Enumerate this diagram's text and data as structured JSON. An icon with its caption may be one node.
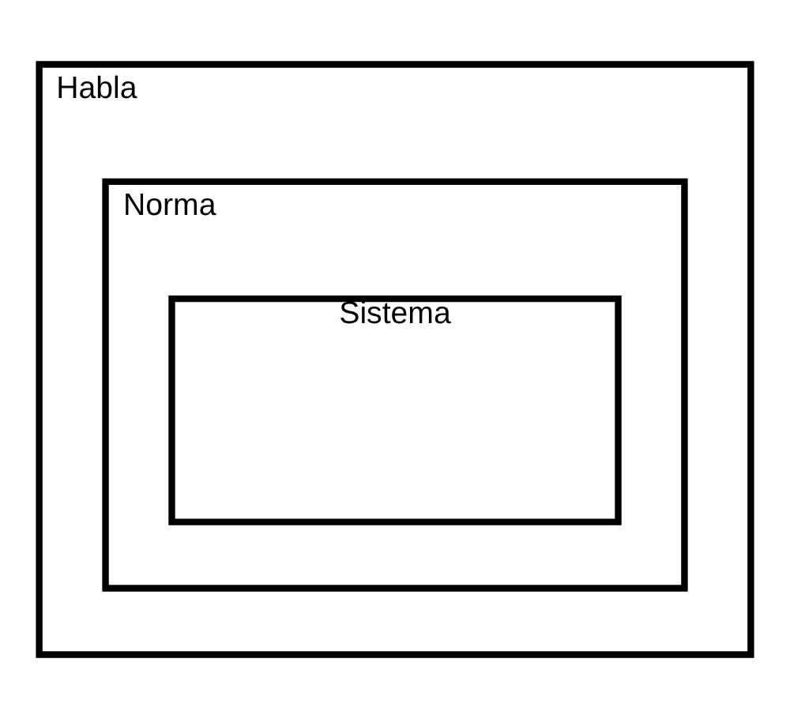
{
  "diagram": {
    "nodes": [
      {
        "text": [
          "Habla"
        ]
      },
      {
        "text": [
          "Norma"
        ],
        "in": 0
      },
      {
        "text": [
          "Sistema"
        ],
        "in": 1
      }
    ]
  }
}
